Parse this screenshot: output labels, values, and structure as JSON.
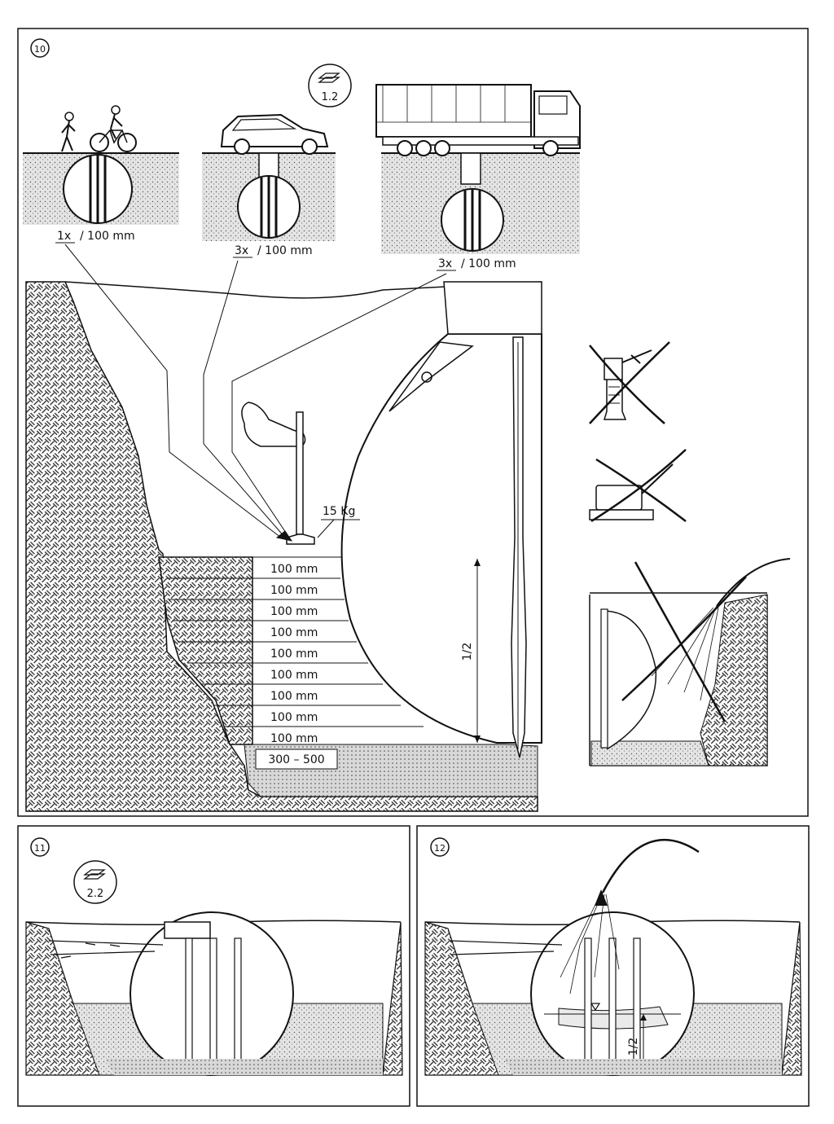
{
  "panels": {
    "p10": {
      "step_number": "10",
      "manual_ref": "1.2"
    },
    "p11": {
      "step_number": "11",
      "manual_ref": "2.2"
    },
    "p12": {
      "step_number": "12"
    }
  },
  "load_cases": [
    {
      "id": "pedestrian",
      "layers": "1x",
      "thickness": "/ 100 mm"
    },
    {
      "id": "car",
      "layers": "3x",
      "thickness": "/ 100 mm"
    },
    {
      "id": "truck",
      "layers": "3x",
      "thickness": "/ 100 mm"
    }
  ],
  "compaction": {
    "tamper_weight": "15 Kg",
    "layers": [
      "100 mm",
      "100 mm",
      "100 mm",
      "100 mm",
      "100 mm",
      "100 mm",
      "100 mm",
      "100 mm",
      "100 mm"
    ],
    "base_width": "300 – 500",
    "fill_height": "1/2"
  },
  "fill_water": {
    "level": "1/2"
  },
  "icons": [
    "book-icon",
    "pedestrian-icon",
    "bicycle-icon",
    "car-icon",
    "truck-icon",
    "vibratory-rammer-icon",
    "plate-compactor-icon",
    "water-hose-icon",
    "cross-mark-icon"
  ]
}
